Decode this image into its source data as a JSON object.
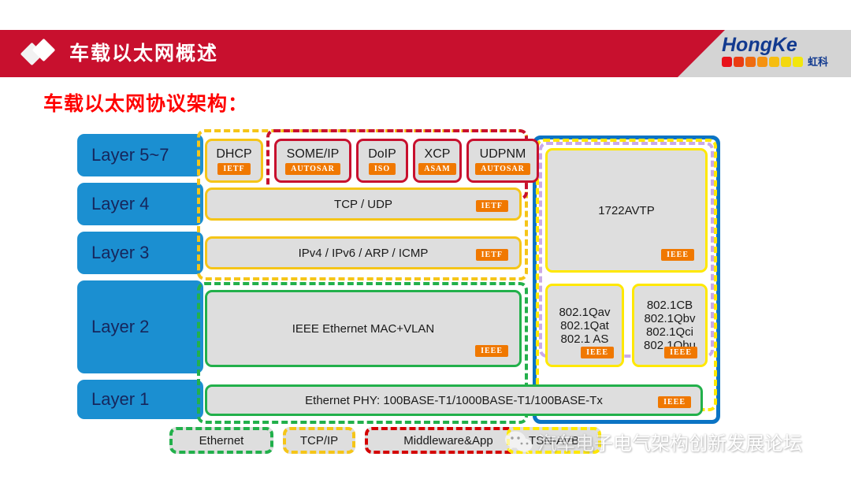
{
  "header": {
    "title": "车载以太网概述",
    "diamond_icon": "diamond-icon",
    "brand": {
      "name": "HongKe",
      "name_cn": "虹科",
      "swatches": [
        "#e8121a",
        "#ea3c12",
        "#ef6c10",
        "#f59211",
        "#f6bd10",
        "#f3d80e",
        "#f2e60d"
      ]
    },
    "colors": {
      "banner": "#c8102e",
      "strip": "#d4d4d4"
    }
  },
  "subtitle": "车载以太网协议架构：",
  "layers": [
    {
      "label": "Layer 5~7"
    },
    {
      "label": "Layer 4"
    },
    {
      "label": "Layer 3"
    },
    {
      "label": "Layer 2"
    },
    {
      "label": "Layer 1"
    }
  ],
  "protocols": {
    "dhcp": {
      "name": "DHCP",
      "org": "IETF"
    },
    "someip": {
      "name": "SOME/IP",
      "org": "AUTOSAR"
    },
    "doip": {
      "name": "DoIP",
      "org": "ISO"
    },
    "xcp": {
      "name": "XCP",
      "org": "ASAM"
    },
    "udpnm": {
      "name": "UDPNM",
      "org": "AUTOSAR"
    },
    "transport": {
      "name": "TCP / UDP",
      "org": "IETF"
    },
    "network": {
      "name": "IPv4 / IPv6 / ARP / ICMP",
      "org": "IETF"
    },
    "datalink": {
      "name": "IEEE Ethernet MAC+VLAN",
      "org": "IEEE"
    },
    "physical": {
      "name": "Ethernet PHY: 100BASE-T1/1000BASE-T1/100BASE-Tx",
      "org": "IEEE"
    },
    "avtp": {
      "name": "1722AVTP",
      "org": "IEEE"
    },
    "avb": {
      "lines": [
        "802.1Qav",
        "802.1Qat",
        "802.1 AS"
      ],
      "org": "IEEE"
    },
    "tsn": {
      "lines": [
        "802.1CB",
        "802.1Qbv",
        "802.1Qci",
        "802.1Qbu"
      ],
      "org": "IEEE"
    }
  },
  "legend": [
    {
      "label": "Ethernet",
      "color": "#22b04b"
    },
    {
      "label": "TCP/IP",
      "color": "#f5c518"
    },
    {
      "label": "Middleware&App",
      "color": "#d40000"
    },
    {
      "label": "TSN-AVB",
      "color": "#ffe800"
    }
  ],
  "watermark": {
    "text": "汽车电子电气架构创新发展论坛",
    "icon": "wechat-icon"
  },
  "colors": {
    "layer_blue": "#1b8fd1",
    "layer_text": "#16265c",
    "box_gray": "#dedede",
    "badge_orange": "#f07800",
    "title_red": "#ff0000"
  }
}
